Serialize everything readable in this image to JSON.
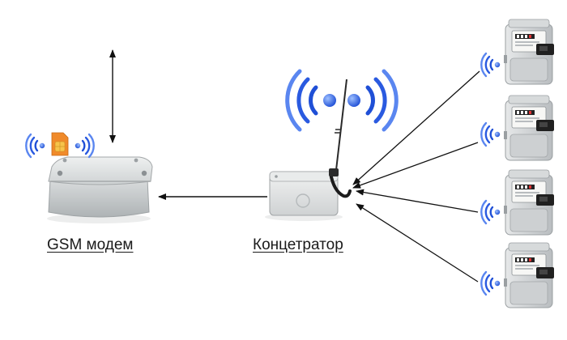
{
  "labels": {
    "gsm_modem": "GSM модем",
    "concentrator": "Концетратор"
  },
  "colors": {
    "wave_blue": "#1f4fd6",
    "wave_light": "#7aa3ff",
    "sim_orange": "#f08a2a",
    "box_grey": "#d4d7d8",
    "arrow": "#111111"
  },
  "icons": [
    "wireless-waves-icon",
    "sim-card-icon",
    "antenna-icon",
    "gas-meter-icon"
  ],
  "meters_count": 4
}
